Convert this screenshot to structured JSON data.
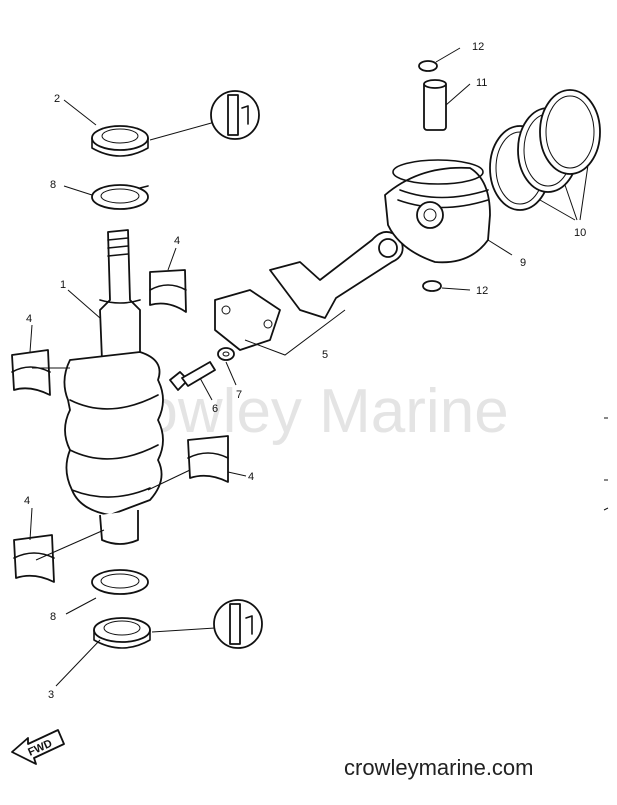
{
  "diagram": {
    "callouts": [
      {
        "id": "c12a",
        "label": "12"
      },
      {
        "id": "c11",
        "label": "11"
      },
      {
        "id": "c2",
        "label": "2"
      },
      {
        "id": "c8a",
        "label": "8"
      },
      {
        "id": "c4a",
        "label": "4"
      },
      {
        "id": "c1",
        "label": "1"
      },
      {
        "id": "c10",
        "label": "10"
      },
      {
        "id": "c9",
        "label": "9"
      },
      {
        "id": "c12b",
        "label": "12"
      },
      {
        "id": "c4b",
        "label": "4"
      },
      {
        "id": "c5",
        "label": "5"
      },
      {
        "id": "c7",
        "label": "7"
      },
      {
        "id": "c6",
        "label": "6"
      },
      {
        "id": "c4c",
        "label": "4"
      },
      {
        "id": "c4d",
        "label": "4"
      },
      {
        "id": "c8b",
        "label": "8"
      },
      {
        "id": "c3",
        "label": "3"
      }
    ],
    "fwd_label": "FWD"
  },
  "watermark": "Crowley Marine",
  "footer_url": "crowleymarine.com"
}
